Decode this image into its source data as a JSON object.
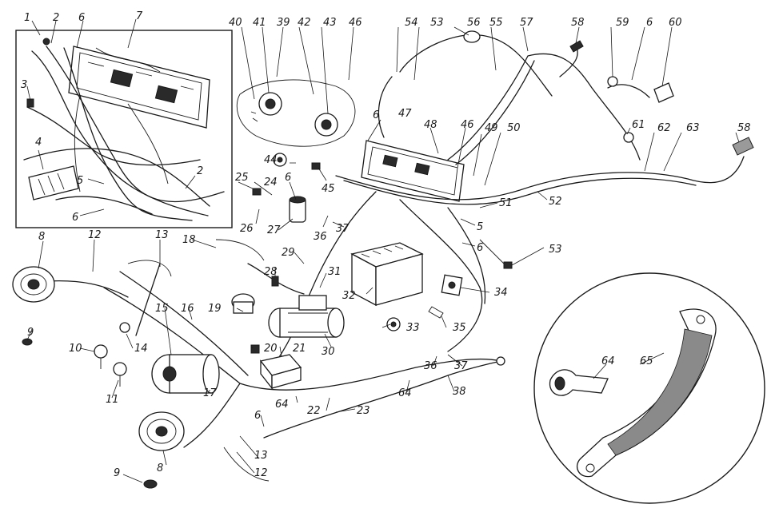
{
  "labels": {
    "l1": "1",
    "l2a": "2",
    "l6a": "6",
    "l7": "7",
    "l3": "3",
    "l4": "4",
    "l5a": "5",
    "l2b": "2",
    "l6b": "6",
    "l40": "40",
    "l41": "41",
    "l39": "39",
    "l42": "42",
    "l43": "43",
    "l46a": "46",
    "l54": "54",
    "l53a": "53",
    "l56": "56",
    "l55": "55",
    "l57": "57",
    "l58a": "58",
    "l59": "59",
    "l6c": "6",
    "l60": "60",
    "l6d": "6",
    "l47": "47",
    "l48": "48",
    "l46b": "46",
    "l49": "49",
    "l50": "50",
    "l61": "61",
    "l62": "62",
    "l63": "63",
    "l58b": "58",
    "l44": "44",
    "l45": "45",
    "l25": "25",
    "l24": "24",
    "l6e": "6",
    "l26": "26",
    "l27": "27",
    "l51": "51",
    "l52": "52",
    "l5b": "5",
    "l6f": "6",
    "l53b": "53",
    "l8a": "8",
    "l12a": "12",
    "l13a": "13",
    "l18": "18",
    "l36a": "36",
    "l37a": "37",
    "l29": "29",
    "l28": "28",
    "l31": "31",
    "l32": "32",
    "l34": "34",
    "l9a": "9",
    "l19": "19",
    "l15": "15",
    "l16": "16",
    "l10": "10",
    "l14": "14",
    "l33": "33",
    "l35": "35",
    "l20": "20",
    "l21": "21",
    "l30": "30",
    "l36b": "36",
    "l37b": "37",
    "l11": "11",
    "l17": "17",
    "l64a": "64",
    "l38": "38",
    "l64b": "64",
    "l22": "22",
    "l23": "23",
    "l6g": "6",
    "l13b": "13",
    "l8b": "8",
    "l12b": "12",
    "l9b": "9",
    "l64c": "64",
    "l65": "65"
  }
}
